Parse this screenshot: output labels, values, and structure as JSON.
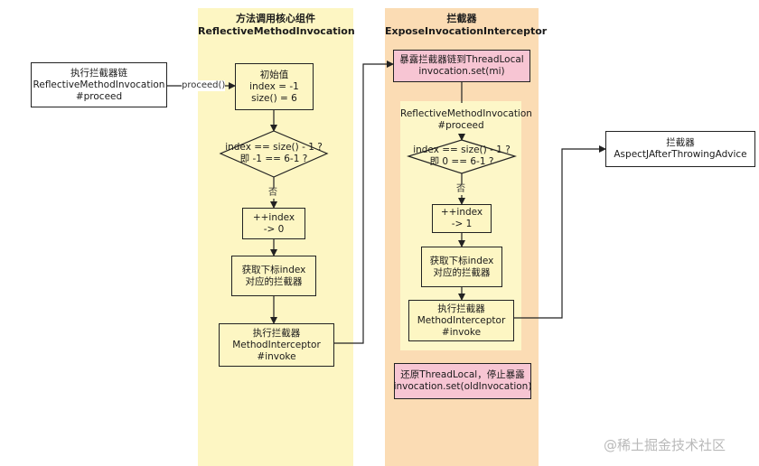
{
  "lanes": {
    "left": {
      "title_cn": "方法调用核心组件",
      "title_en": "ReflectiveMethodInvocation"
    },
    "right": {
      "title_cn": "拦截器",
      "title_en": "ExposeInvocationInterceptor"
    },
    "inner": {
      "title_1": "ReflectiveMethodInvocation",
      "title_2": "#proceed"
    }
  },
  "start_box": {
    "l1": "执行拦截器链",
    "l2": "ReflectiveMethodInvocation",
    "l3": "#proceed"
  },
  "proceed_label": "proceed()",
  "left_flow": {
    "init": {
      "l1": "初始值",
      "l2": "index = -1",
      "l3": "size() = 6"
    },
    "decision": {
      "l1": "index == size() - 1 ?",
      "l2": "即 -1 == 6-1 ?"
    },
    "no_label": "否",
    "incr": {
      "l1": "++index",
      "l2": "-> 0"
    },
    "get": {
      "l1": "获取下标index",
      "l2": "对应的拦截器"
    },
    "exec": {
      "l1": "执行拦截器",
      "l2": "MethodInterceptor",
      "l3": "#invoke"
    }
  },
  "right_flow": {
    "expose": {
      "l1": "暴露拦截器链到ThreadLocal",
      "l2": "invocation.set(mi)"
    },
    "decision": {
      "l1": "index == size() - 1 ?",
      "l2": "即 0 == 6-1 ?"
    },
    "no_label": "否",
    "incr": {
      "l1": "++index",
      "l2": "-> 1"
    },
    "get": {
      "l1": "获取下标index",
      "l2": "对应的拦截器"
    },
    "exec": {
      "l1": "执行拦截器",
      "l2": "MethodInterceptor",
      "l3": "#invoke"
    },
    "restore": {
      "l1": "还原ThreadLocal，停止暴露",
      "l2": "invocation.set(oldInvocation)"
    }
  },
  "end_box": {
    "l1": "拦截器",
    "l2": "AspectJAfterThrowingAdvice"
  },
  "watermark": "@稀土掘金技术社区"
}
